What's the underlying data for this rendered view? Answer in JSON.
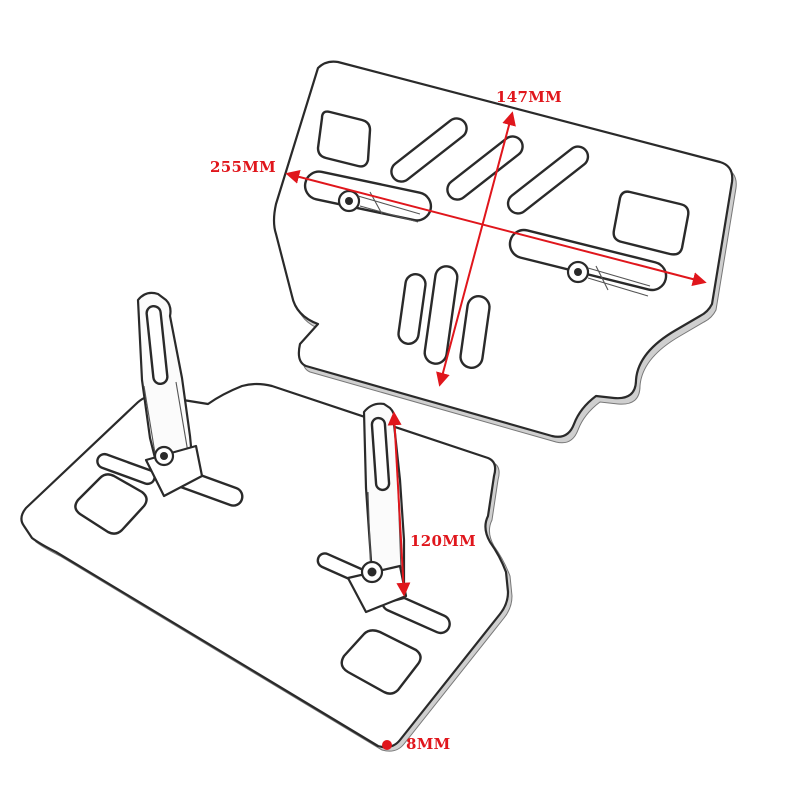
{
  "colors": {
    "dimension": "#e0161c",
    "outline": "#2a2a2a",
    "background": "#ffffff"
  },
  "dimensions": {
    "height_label": "147MM",
    "width_label": "255MM",
    "stand_height_label": "120MM",
    "thickness_label": "8MM"
  }
}
